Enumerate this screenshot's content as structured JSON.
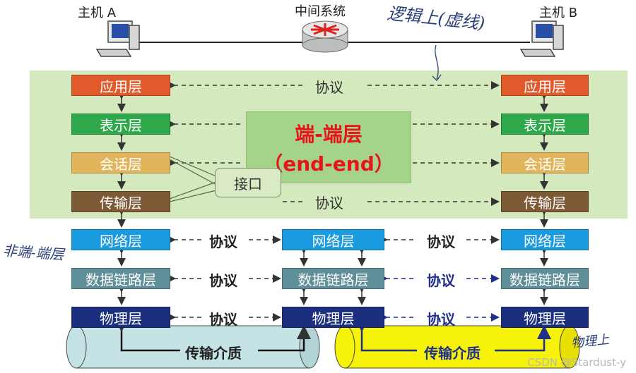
{
  "hosts": {
    "a_label": "主机 A",
    "b_label": "主机 B",
    "middle_label": "中间系统"
  },
  "layers": {
    "application": "应用层",
    "presentation": "表示层",
    "session": "会话层",
    "transport": "传输层",
    "network": "网络层",
    "datalink": "数据链路层",
    "physical": "物理层"
  },
  "protocol_label": "协议",
  "end_end": {
    "title_cn": "端-端层",
    "title_en": "（end-end）"
  },
  "interface_label": "接口",
  "medium_label": "传输介质",
  "annotations": {
    "logical_virtual": "逻辑上(虚线)",
    "non_end_end": "非端-端层",
    "physical_note": "物理上"
  },
  "watermark": "CSDN @Stardust-y",
  "colors": {
    "application": "#e05a2b",
    "presentation": "#2ea84a",
    "session": "#e2b45c",
    "transport": "#7d5a36",
    "network": "#1a9be0",
    "datalink": "#5f8f98",
    "physical": "#1c2f7f",
    "green_band": "#d4e9bd",
    "end_end_box": "#a6d38a",
    "end_end_text": "#e8141a",
    "medium_left": "#c5e2e4",
    "medium_right": "#f7f20a"
  }
}
